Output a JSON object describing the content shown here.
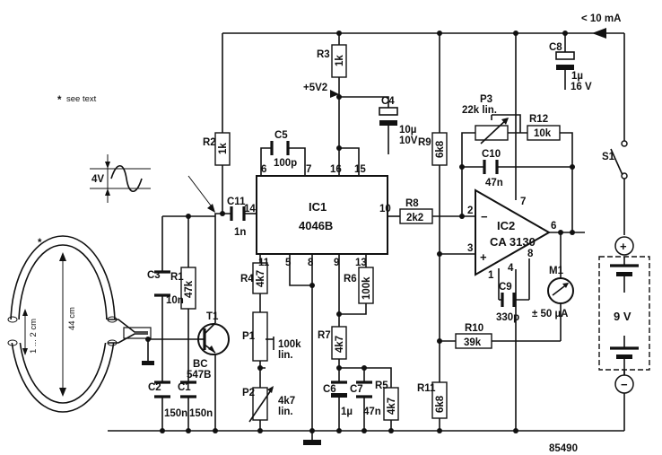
{
  "labels": {
    "current_max": "< 10 mA",
    "see_text": "see text",
    "asterisk": "*",
    "signal_amp": "4V",
    "supply_5v": "+5V2",
    "loop_size": "44 cm",
    "gap_size": "1 ... 2 cm",
    "battery": "9 V",
    "plus": "+",
    "minus": "−",
    "meter_range": "± 50 µA",
    "ic2_plus": "+",
    "ic2_minus": "−",
    "figure_number": "85490"
  },
  "ic1": {
    "name": "IC1",
    "type": "4046B",
    "pins": [
      "6",
      "7",
      "16",
      "15",
      "14",
      "10",
      "11",
      "5",
      "8",
      "9",
      "13"
    ]
  },
  "ic2": {
    "name": "IC2",
    "type": "CA 3130",
    "pins": [
      "7",
      "2",
      "3",
      "6",
      "1",
      "4",
      "8"
    ]
  },
  "components": {
    "R1": {
      "ref": "R1",
      "value": "47k"
    },
    "R2": {
      "ref": "R2",
      "value": "1k"
    },
    "R3": {
      "ref": "R3",
      "value": "1k"
    },
    "R4": {
      "ref": "R4",
      "value": "4k7"
    },
    "R5": {
      "ref": "R5",
      "value": "4k7"
    },
    "R6": {
      "ref": "R6",
      "value": "100k"
    },
    "R7": {
      "ref": "R7",
      "value": "4k7"
    },
    "R8": {
      "ref": "R8",
      "value": "2k2"
    },
    "R9": {
      "ref": "R9",
      "value": "6k8"
    },
    "R10": {
      "ref": "R10",
      "value": "39k"
    },
    "R11": {
      "ref": "R11",
      "value": "6k8"
    },
    "R12": {
      "ref": "R12",
      "value": "10k"
    },
    "P1": {
      "ref": "P1",
      "value": "100k",
      "note": "lin."
    },
    "P2": {
      "ref": "P2",
      "value": "4k7",
      "note": "lin."
    },
    "P3": {
      "ref": "P3",
      "value": "22k lin."
    },
    "C1": {
      "ref": "C1",
      "value": "150n"
    },
    "C2": {
      "ref": "C2",
      "value": "150n"
    },
    "C3": {
      "ref": "C3",
      "value": "10n"
    },
    "C4": {
      "ref": "C4",
      "value": "10µ",
      "voltage": "10V"
    },
    "C5": {
      "ref": "C5",
      "value": "100p"
    },
    "C6": {
      "ref": "C6",
      "value": "1µ"
    },
    "C7": {
      "ref": "C7",
      "value": "47n"
    },
    "C8": {
      "ref": "C8",
      "value": "1µ",
      "voltage": "16 V"
    },
    "C9": {
      "ref": "C9",
      "value": "330p"
    },
    "C10": {
      "ref": "C10",
      "value": "47n"
    },
    "C11": {
      "ref": "C11",
      "value": "1n"
    },
    "T1": {
      "ref": "T1",
      "type1": "BC",
      "type2": "547B"
    },
    "M1": {
      "ref": "M1"
    },
    "S1": {
      "ref": "S1"
    }
  }
}
